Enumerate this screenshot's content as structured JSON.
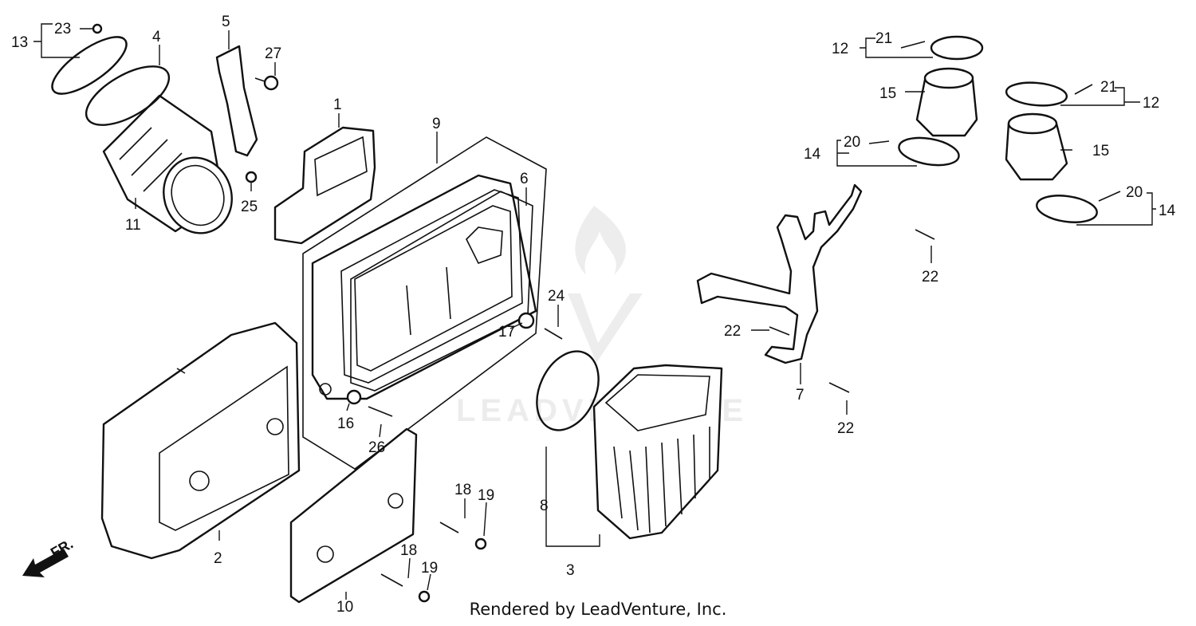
{
  "diagram": {
    "labels": {
      "p1": "1",
      "p2": "2",
      "p3": "3",
      "p4": "4",
      "p5": "5",
      "p6": "6",
      "p7": "7",
      "p8": "8",
      "p9": "9",
      "p10": "10",
      "p11": "11",
      "p12a": "12",
      "p12b": "12",
      "p13": "13",
      "p14a": "14",
      "p14b": "14",
      "p15a": "15",
      "p15b": "15",
      "p16": "16",
      "p17": "17",
      "p18a": "18",
      "p18b": "18",
      "p19a": "19",
      "p19b": "19",
      "p20a": "20",
      "p20b": "20",
      "p21a": "21",
      "p21b": "21",
      "p22a": "22",
      "p22b": "22",
      "p22c": "22",
      "p23": "23",
      "p24": "24",
      "p25": "25",
      "p26": "26",
      "p27": "27"
    },
    "front_arrow": "FR.",
    "watermark": "LEADVENTURE"
  },
  "footer": "Rendered by LeadVenture, Inc."
}
